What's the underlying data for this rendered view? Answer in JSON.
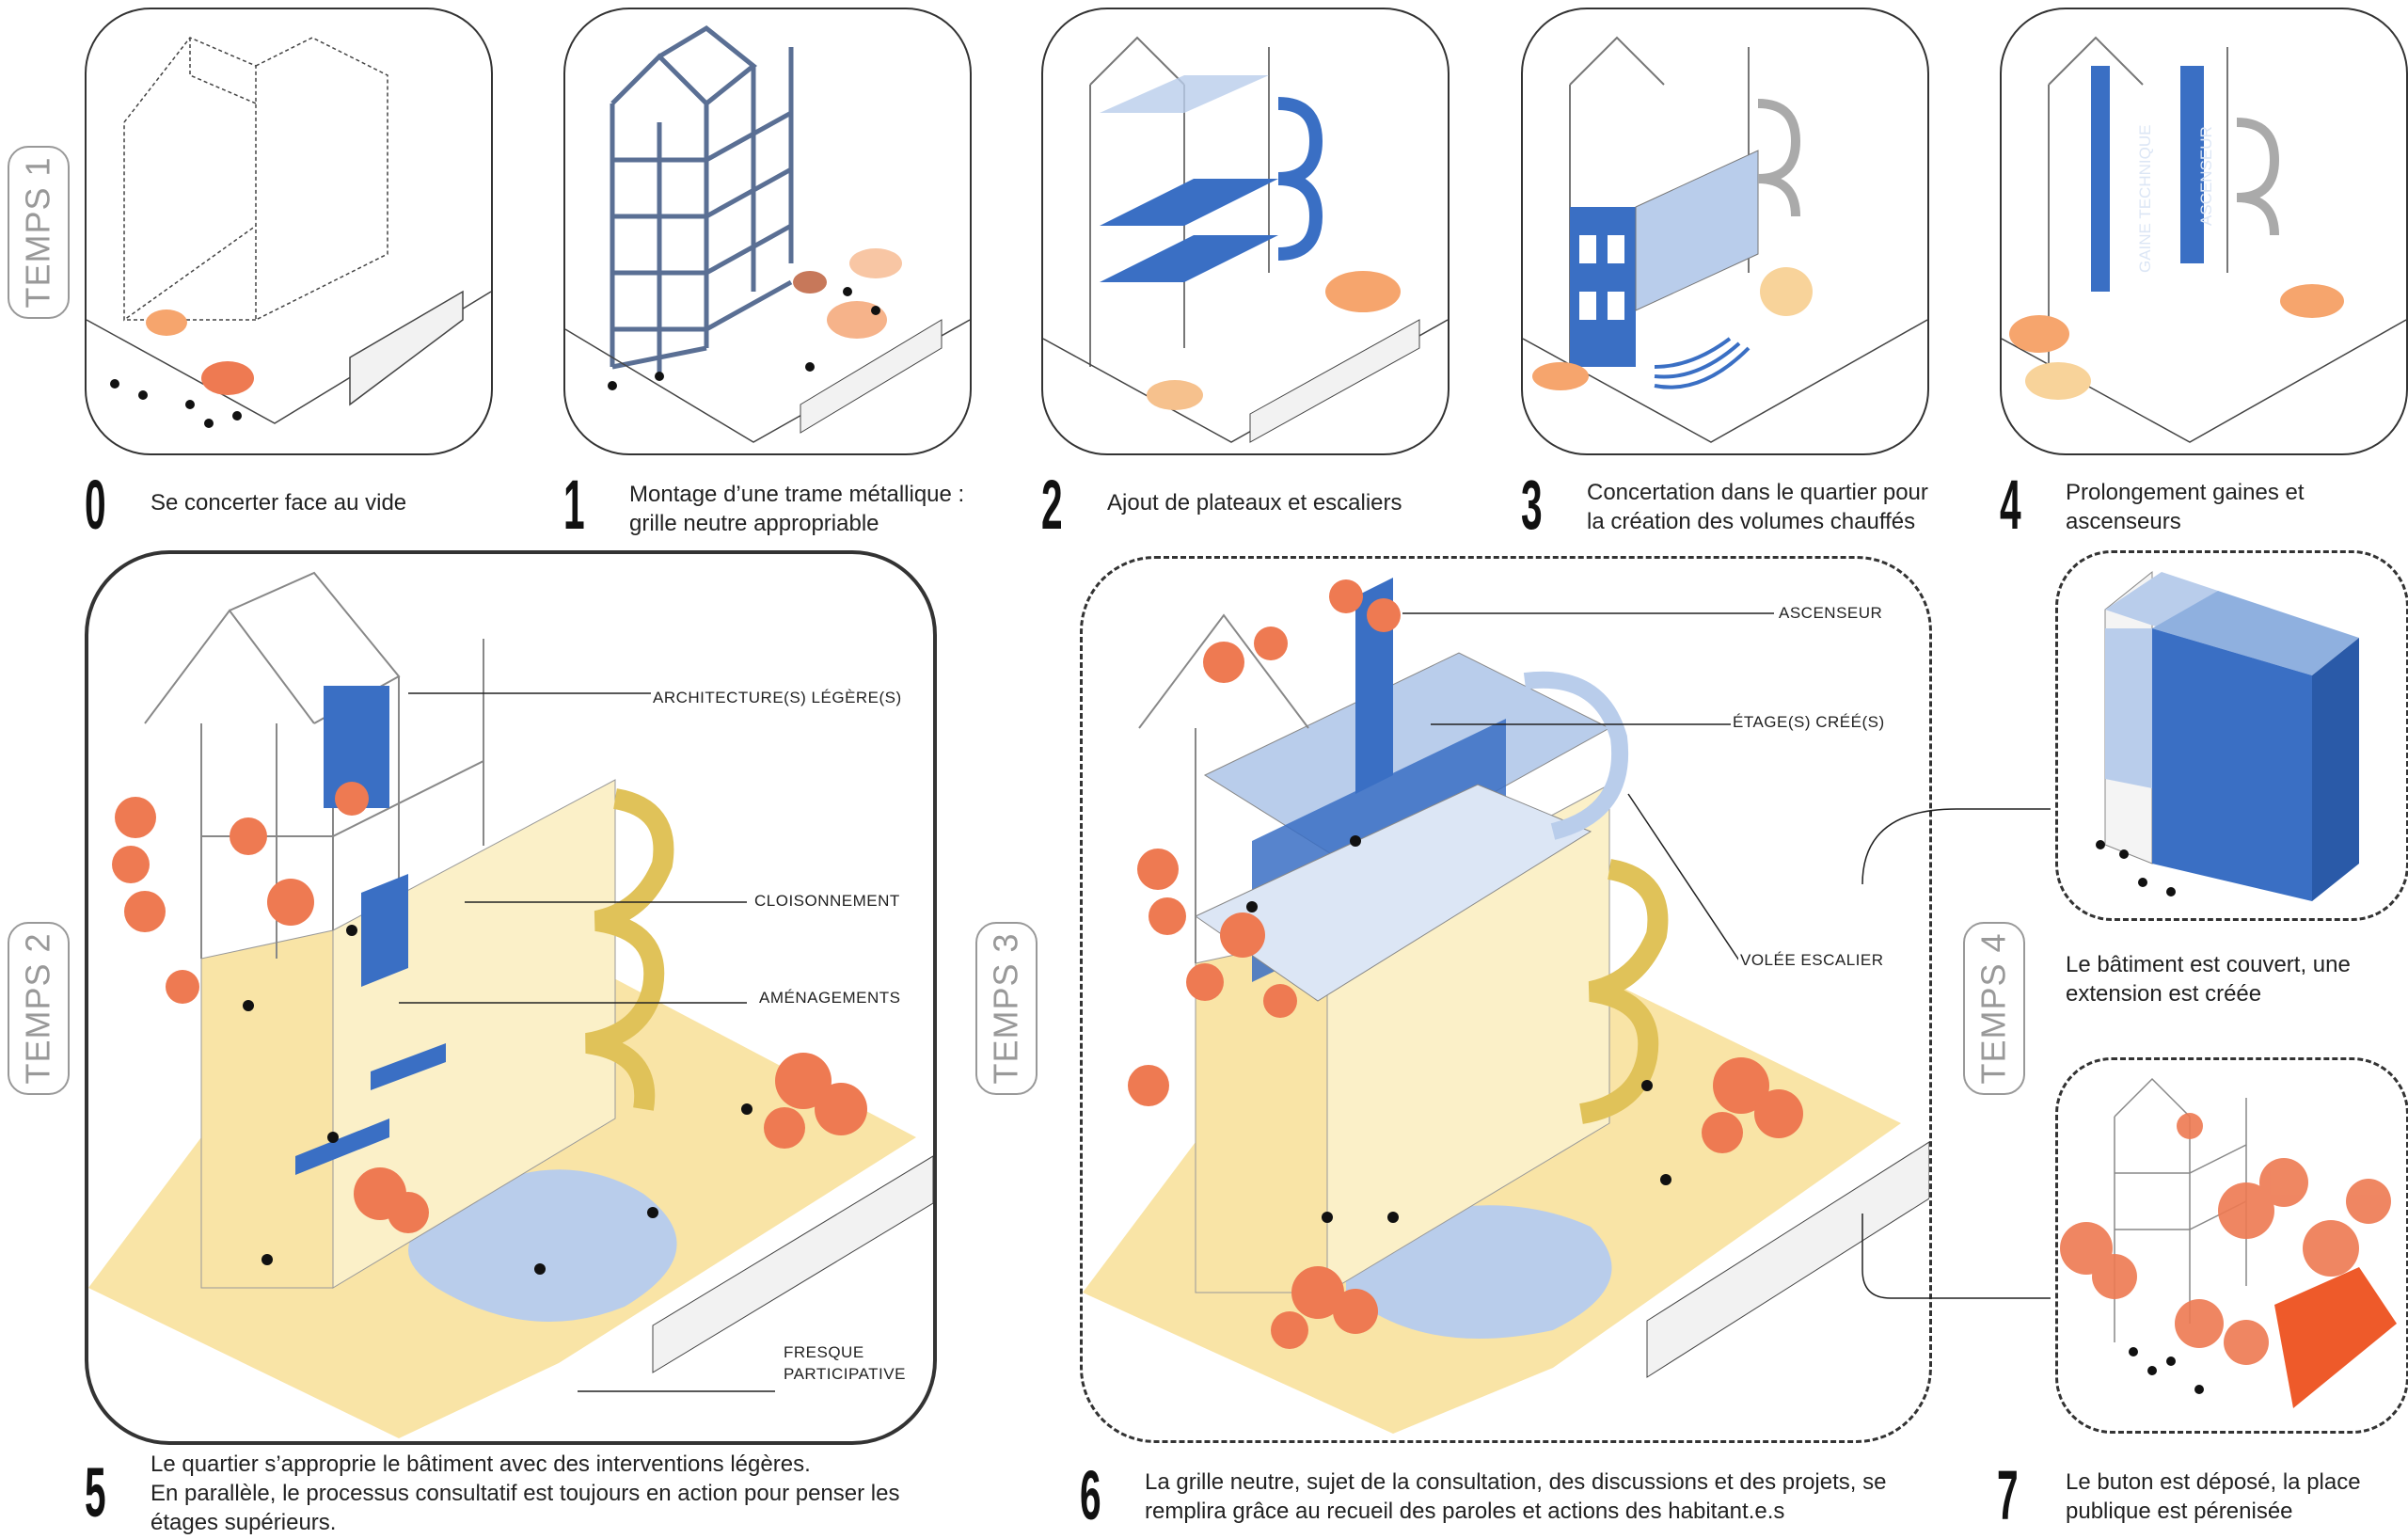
{
  "phases": {
    "temps1": "TEMPS 1",
    "temps2": "TEMPS 2",
    "temps3": "TEMPS 3",
    "temps4": "TEMPS 4"
  },
  "steps": [
    {
      "number": "0",
      "caption": [
        "Se concerter face au vide"
      ]
    },
    {
      "number": "1",
      "caption": [
        "Montage d’une trame métallique :",
        "grille neutre appropriable"
      ]
    },
    {
      "number": "2",
      "caption": [
        "Ajout de plateaux et escaliers"
      ]
    },
    {
      "number": "3",
      "caption": [
        "Concertation dans le quartier pour",
        "la création des volumes chauffés"
      ]
    },
    {
      "number": "4",
      "caption": [
        "Prolongement gaines et",
        "ascenseurs"
      ]
    },
    {
      "number": "5",
      "caption": [
        "Le quartier s’approprie le bâtiment avec des interventions légères.",
        "En parallèle, le processus consultatif est toujours en action pour penser les",
        "étages supérieurs."
      ]
    },
    {
      "number": "6",
      "caption": [
        "La grille neutre, sujet de la consultation, des discussions et des projets, se",
        "remplira grâce au recueil des paroles et actions des habitant.e.s"
      ]
    },
    {
      "number": "7",
      "caption": [
        "Le buton est déposé, la place",
        "publique est pérenisée"
      ]
    }
  ],
  "step4_labels": {
    "shaft": "GAINE TECHNIQUE",
    "elevator": "ASCENSEUR"
  },
  "step5_labels": {
    "light_architecture": "ARCHITECTURE(S) LÉGÈRE(S)",
    "partitioning": "CLOISONNEMENT",
    "fittings": "AMÉNAGEMENTS",
    "fresco": [
      "FRESQUE",
      "PARTICIPATIVE"
    ]
  },
  "step6_labels": {
    "elevator": "ASCENSEUR",
    "floors": "ÉTAGE(S) CRÉÉ(S)",
    "stair": "VOLÉE ESCALIER"
  },
  "temps4_caption": [
    "Le bâtiment est couvert, une",
    "extension est créée"
  ],
  "colors": {
    "blue": "#3a6fc4",
    "light_blue": "#b9cdeb",
    "yellow": "#f9e4a6",
    "orange": "#ee7a52",
    "frame": "#5a6f94"
  }
}
